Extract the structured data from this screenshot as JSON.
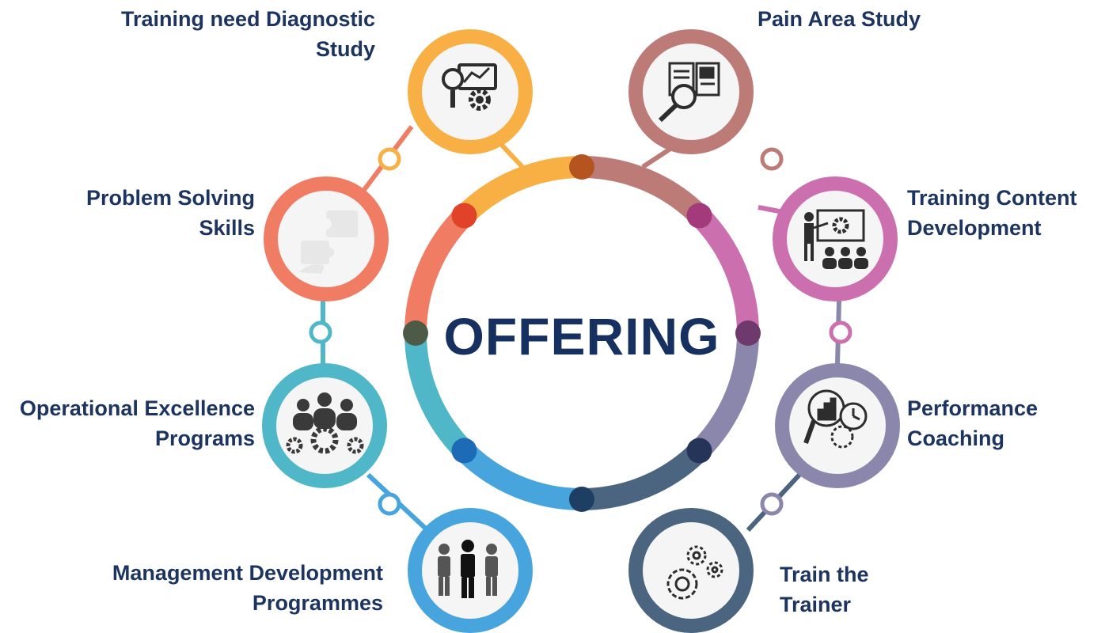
{
  "center": {
    "title": "OFFERING"
  },
  "colors": {
    "text": "#1d3461",
    "title": "#16305f",
    "training_need": "#f8b045",
    "pain_area": "#bc7b76",
    "content_dev": "#cc6fae",
    "performance": "#8b87ac",
    "train_trainer": "#4b6580",
    "management": "#47a4dd",
    "operational": "#4fb7c8",
    "problem_solving": "#f07d63"
  },
  "items": [
    {
      "key": "training_need",
      "icon": "diagnostic-magnifier-gear-icon",
      "label_lines": [
        "Training need Diagnostic",
        "Study"
      ]
    },
    {
      "key": "pain_area",
      "icon": "document-magnifier-icon",
      "label_lines": [
        "Pain Area Study"
      ]
    },
    {
      "key": "content_dev",
      "icon": "presenter-audience-icon",
      "label_lines": [
        "Training Content",
        "Development"
      ]
    },
    {
      "key": "performance",
      "icon": "chart-clock-magnifier-icon",
      "label_lines": [
        "Performance",
        "Coaching"
      ]
    },
    {
      "key": "train_trainer",
      "icon": "gears-icon",
      "label_lines": [
        "Train the",
        "Trainer"
      ]
    },
    {
      "key": "management",
      "icon": "business-team-icon",
      "label_lines": [
        "Management Development",
        "Programmes"
      ]
    },
    {
      "key": "operational",
      "icon": "team-gears-icon",
      "label_lines": [
        "Operational Excellence",
        "Programs"
      ]
    },
    {
      "key": "problem_solving",
      "icon": "puzzle-hands-icon",
      "label_lines": [
        "Problem Solving",
        "Skills"
      ]
    }
  ]
}
